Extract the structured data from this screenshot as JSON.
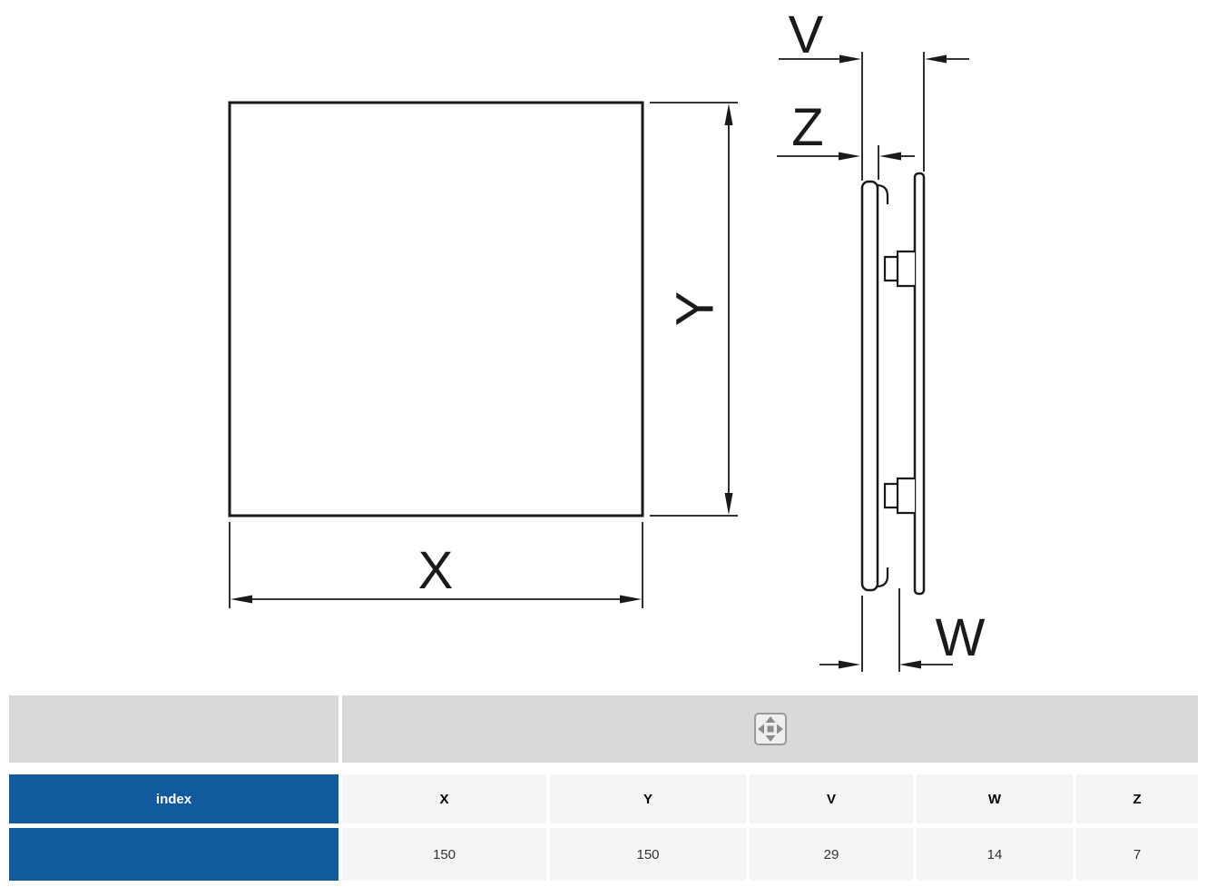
{
  "diagram": {
    "labels": {
      "x": "X",
      "y": "Y",
      "v": "V",
      "z": "Z",
      "w": "W"
    }
  },
  "table": {
    "index_label": "index",
    "icon_name": "dimensions-icon",
    "columns": [
      "X",
      "Y",
      "V",
      "W",
      "Z"
    ],
    "values": [
      "150",
      "150",
      "29",
      "14",
      "7"
    ]
  },
  "colors": {
    "accent_blue": "#115a9e",
    "header_gray": "#d9d9d9",
    "cell_gray": "#f5f5f5"
  }
}
